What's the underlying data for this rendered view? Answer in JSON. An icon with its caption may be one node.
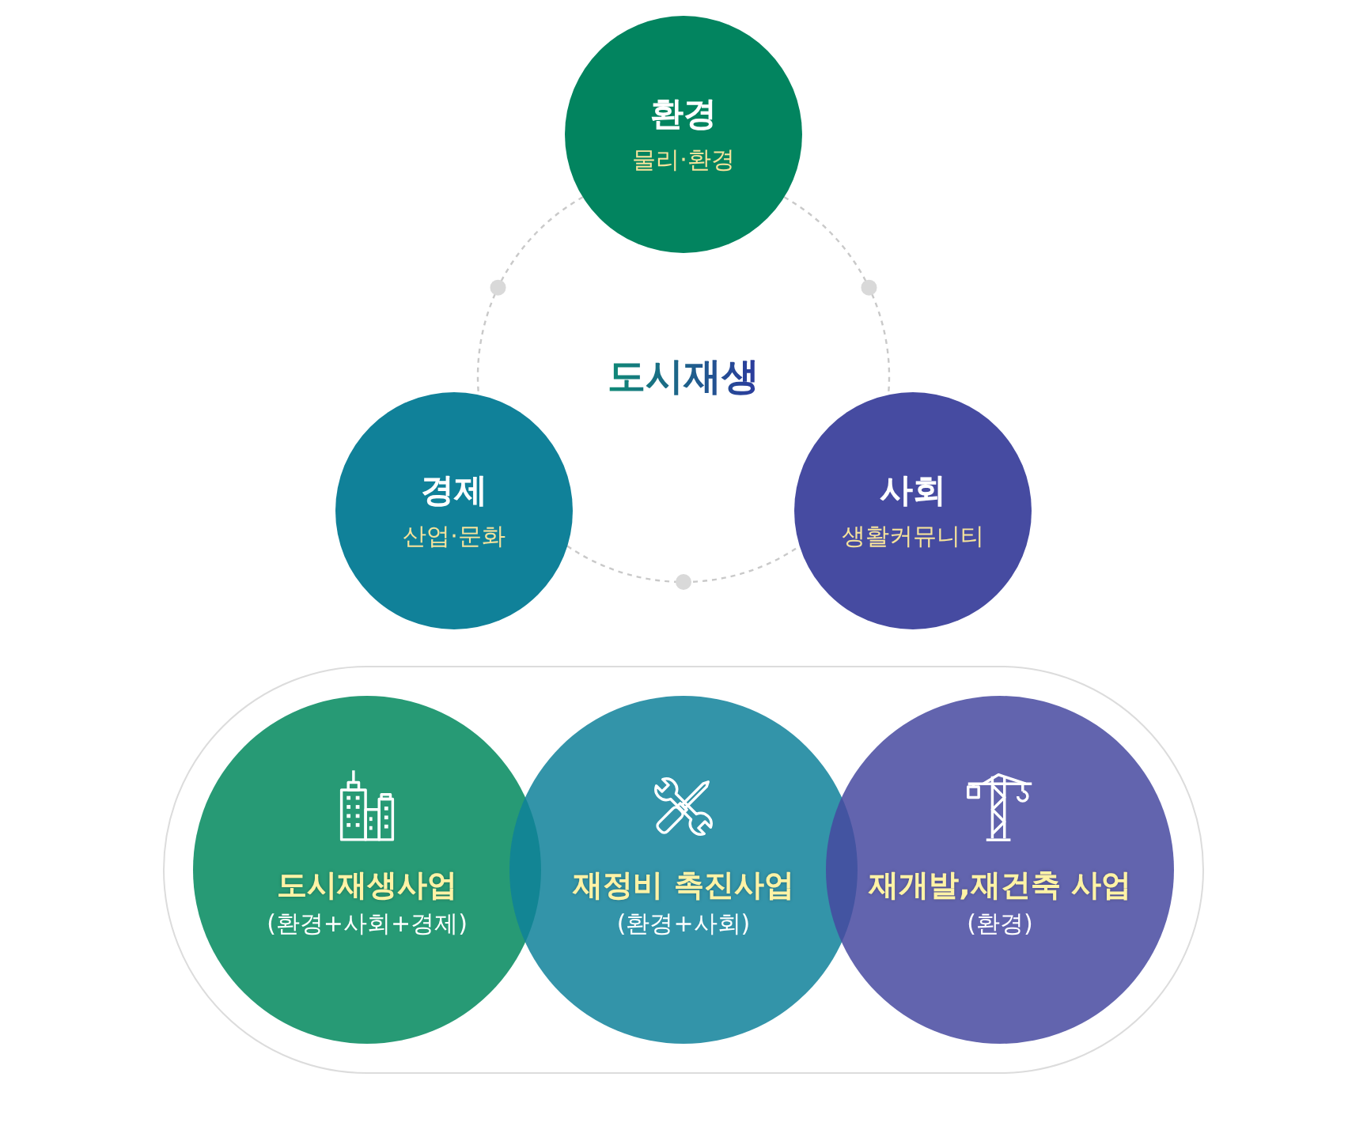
{
  "diagram": {
    "nodes": [
      {
        "text": [
          "환경",
          "물리·환경"
        ]
      },
      {
        "text": [
          "경제",
          "산업·문화"
        ]
      },
      {
        "text": [
          "사회",
          "생활커뮤니티"
        ]
      },
      {
        "text": [],
        "shape": "box"
      },
      {
        "text": [
          "도시재생사업",
          "(환경+사회+경제)"
        ],
        "in": 3
      },
      {
        "text": [
          "재정비 촉진사업",
          "(환경+사회)"
        ],
        "in": 3
      },
      {
        "text": [
          "재개발,재건축 사업",
          "(환경)"
        ],
        "in": 3
      }
    ],
    "edges": [
      {
        "from": 0,
        "to": 1,
        "arrow": "none",
        "style": "dashed"
      },
      {
        "from": 0,
        "to": 2,
        "arrow": "none",
        "style": "dashed"
      },
      {
        "from": 1,
        "to": 2,
        "arrow": "none",
        "style": "dashed"
      }
    ],
    "labels": [
      "도시재생"
    ]
  }
}
